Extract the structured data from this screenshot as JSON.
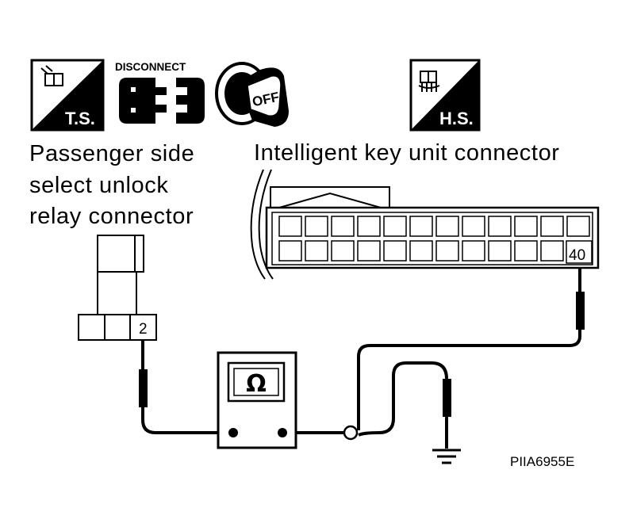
{
  "icons": {
    "ts_label": "T.S.",
    "disconnect_label": "DISCONNECT",
    "off_label": "OFF",
    "hs_label": "H.S."
  },
  "labels": {
    "left_connector_line1": "Passenger side",
    "left_connector_line2": "select unlock",
    "left_connector_line3": "relay connector",
    "right_connector": "Intelligent key unit connector"
  },
  "pins": {
    "relay_pin": "2",
    "key_unit_pin": "40"
  },
  "meter_symbol": "Ω",
  "figure_code": "PIIA6955E"
}
